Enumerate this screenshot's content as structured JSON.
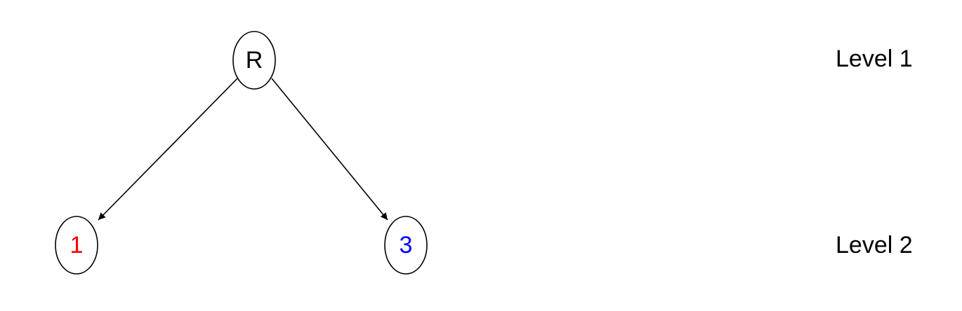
{
  "tree": {
    "root": {
      "label": "R",
      "color": "#000000"
    },
    "children": [
      {
        "label": "1",
        "color": "#ff0000"
      },
      {
        "label": "3",
        "color": "#0000ff"
      }
    ]
  },
  "levels": [
    {
      "label": "Level 1"
    },
    {
      "label": "Level 2"
    }
  ]
}
